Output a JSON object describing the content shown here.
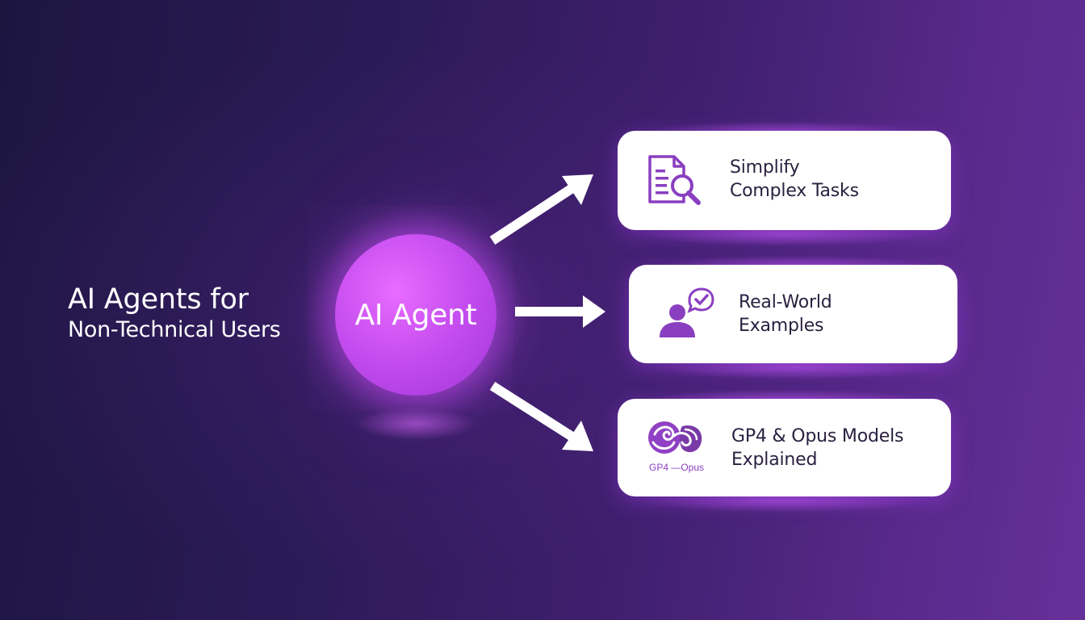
{
  "title": {
    "line1": "AI Agents for",
    "line2": "Non-Technical Users"
  },
  "center": {
    "label": "AI Agent"
  },
  "cards": [
    {
      "line1": "Simplify",
      "line2": "Complex Tasks",
      "icon": "document-search-icon"
    },
    {
      "line1": "Real-World",
      "line2": "Examples",
      "icon": "user-chat-check-icon"
    },
    {
      "line1": "GP4 & Opus Models",
      "line2": "Explained",
      "icon": "brain-logo-icon",
      "icon_caption": "GP4 —Opus"
    }
  ],
  "colors": {
    "background_start": "#1c1540",
    "background_end": "#66309a",
    "orb": "#c74ef0",
    "icon_purple": "#8a3fc0",
    "card": "#ffffff",
    "text_light": "#ffffff",
    "text_dark": "#2a2140"
  }
}
